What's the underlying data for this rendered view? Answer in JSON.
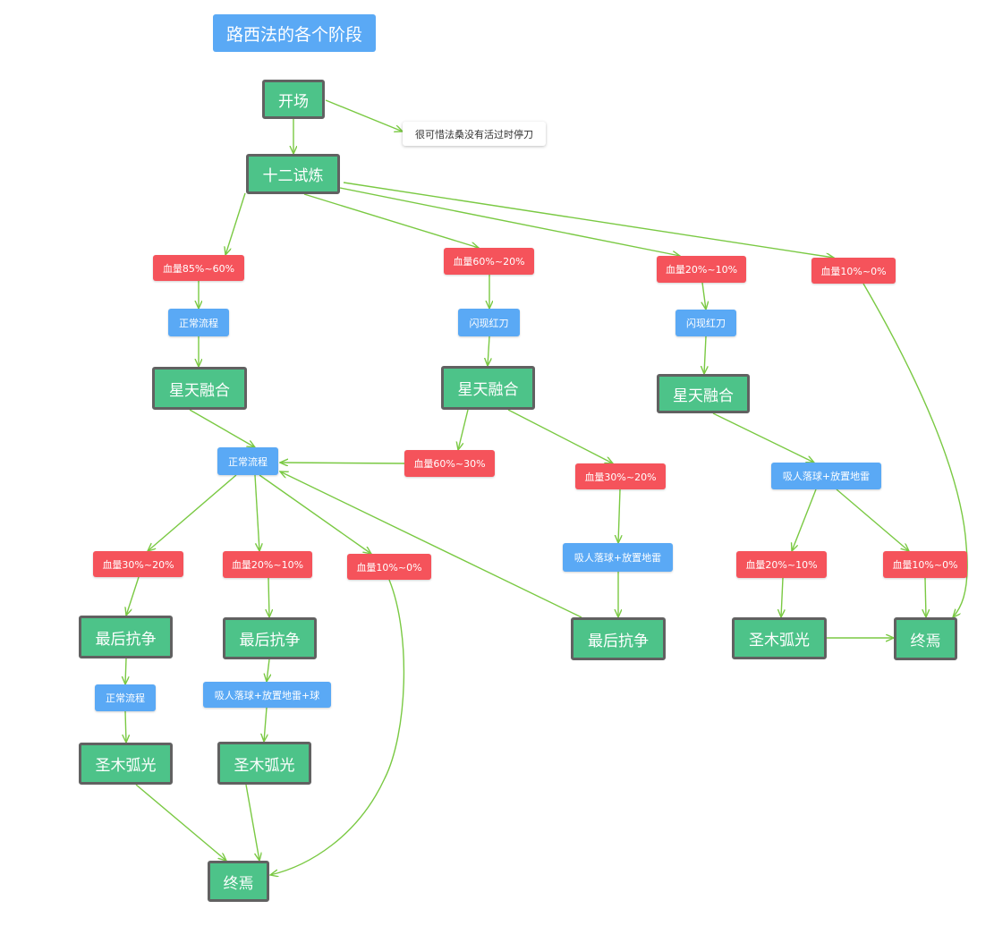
{
  "diagram": {
    "title": "路西法的各个阶段",
    "edge_color": "#7ac943",
    "nodes": {
      "n_open": "开场",
      "n_note": "很可惜法桑没有活过时停刀",
      "n_trials": "十二试炼",
      "hp85_60": "血量85%~60%",
      "hp60_20": "血量60%~20%",
      "hp20_10_top": "血量20%~10%",
      "hp10_0_top": "血量10%~0%",
      "normal_1": "正常流程",
      "flash_1": "闪现红刀",
      "flash_2": "闪现红刀",
      "star_1": "星天融合",
      "star_2": "星天融合",
      "star_3": "星天融合",
      "normal_2": "正常流程",
      "hp60_30": "血量60%~30%",
      "hp30_20_mid": "血量30%~20%",
      "absorb_mid": "吸人落球+放置地雷",
      "absorb_right": "吸人落球+放置地雷",
      "hp30_20_left": "血量30%~20%",
      "hp20_10_left": "血量20%~10%",
      "hp10_0_left": "血量10%~0%",
      "hp20_10_right": "血量20%~10%",
      "hp10_0_right": "血量10%~0%",
      "last_1": "最后抗争",
      "last_2": "最后抗争",
      "last_3": "最后抗争",
      "normal_3": "正常流程",
      "absorb_left": "吸人落球+放置地雷+球",
      "arc_1": "圣木弧光",
      "arc_2": "圣木弧光",
      "arc_right": "圣木弧光",
      "end_right": "终焉",
      "end_bottom": "终焉"
    }
  }
}
